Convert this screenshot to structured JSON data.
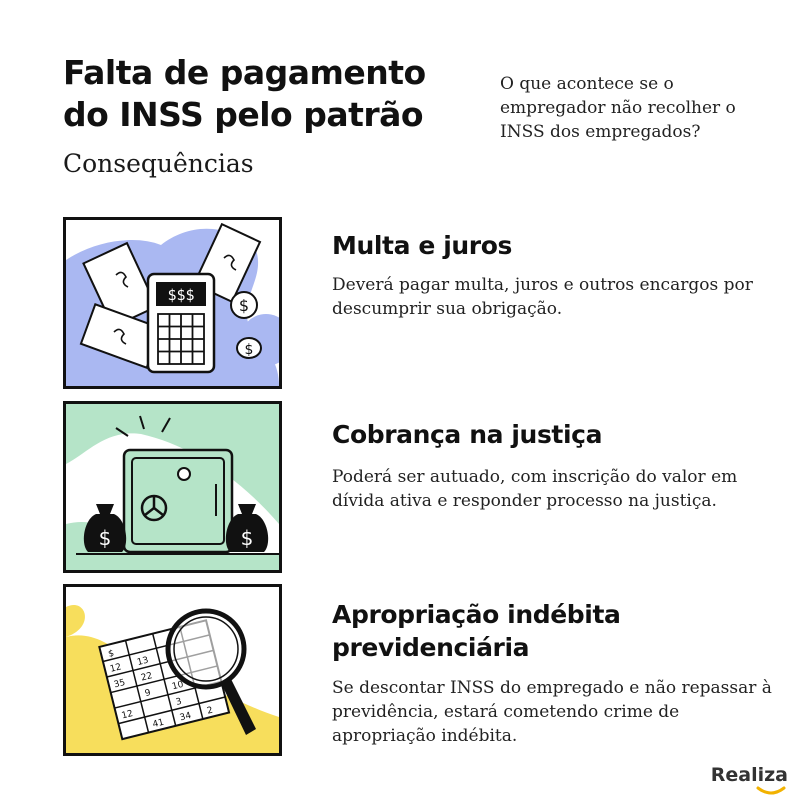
{
  "header": {
    "title": "Falta de pagamento do INSS pelo patrão",
    "subtitle": "Consequências",
    "intro": "O que acontece se o empregador não recolher o INSS dos empregados?"
  },
  "items": [
    {
      "title": "Multa e juros",
      "description": "Deverá pagar multa, juros e outros encargos por descumprir sua obrigação.",
      "illustration": "calculator-money-icon",
      "bg_color": "#aab8f2",
      "calculator_display": "$$$"
    },
    {
      "title": "Cobrança na justiça",
      "description": "Poderá ser autuado, com inscrição do valor em dívida ativa e responder processo na justiça.",
      "illustration": "safe-moneybags-icon",
      "bg_color": "#b5e4c8"
    },
    {
      "title": "Apropriação indébita previdenciária",
      "description": "Se descontar INSS do empregado e não repassar à previdência, estará cometendo crime de apropriação indébita.",
      "illustration": "magnifier-document-icon",
      "bg_color": "#f7de5c",
      "grid_numbers": [
        "12",
        "13",
        "35",
        "22",
        "9",
        "10",
        "12",
        "3",
        "41",
        "34",
        "2"
      ]
    }
  ],
  "brand": {
    "name": "Realiza",
    "accent": "#f2b200"
  }
}
